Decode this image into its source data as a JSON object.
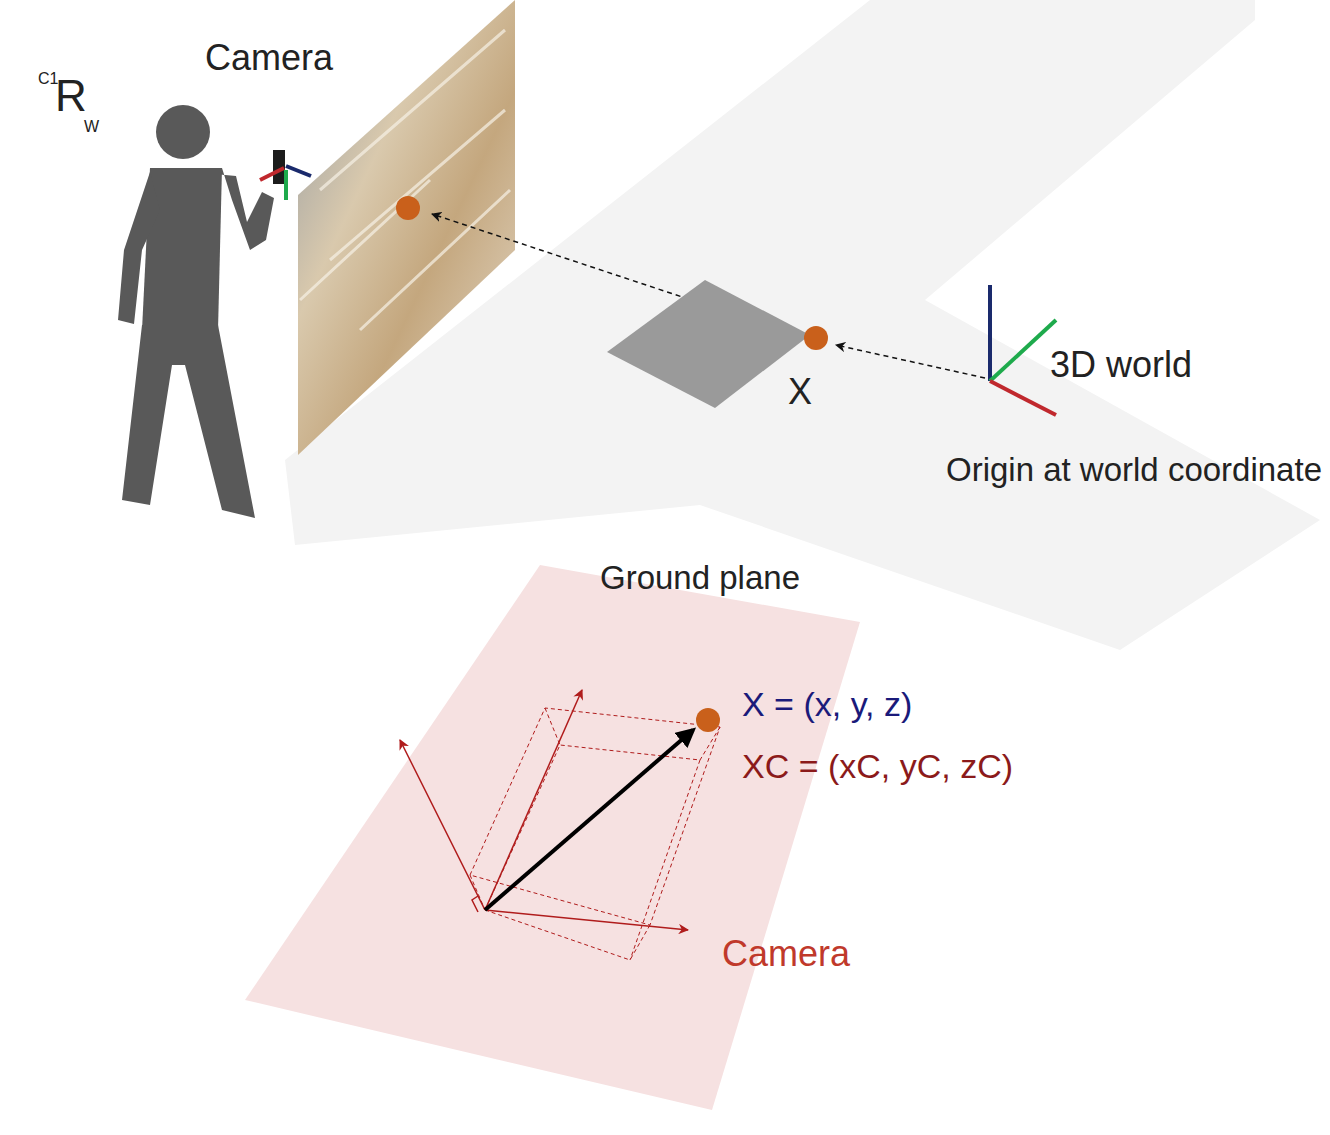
{
  "diagram": {
    "labels": [
      "Camera",
      "C1",
      "R",
      "W",
      "X",
      "3D world",
      "Origin at world coordinate",
      "Ground plane",
      "X = (x, y, z)",
      "XC = (xC, yC, zC)",
      "Camera"
    ]
  }
}
